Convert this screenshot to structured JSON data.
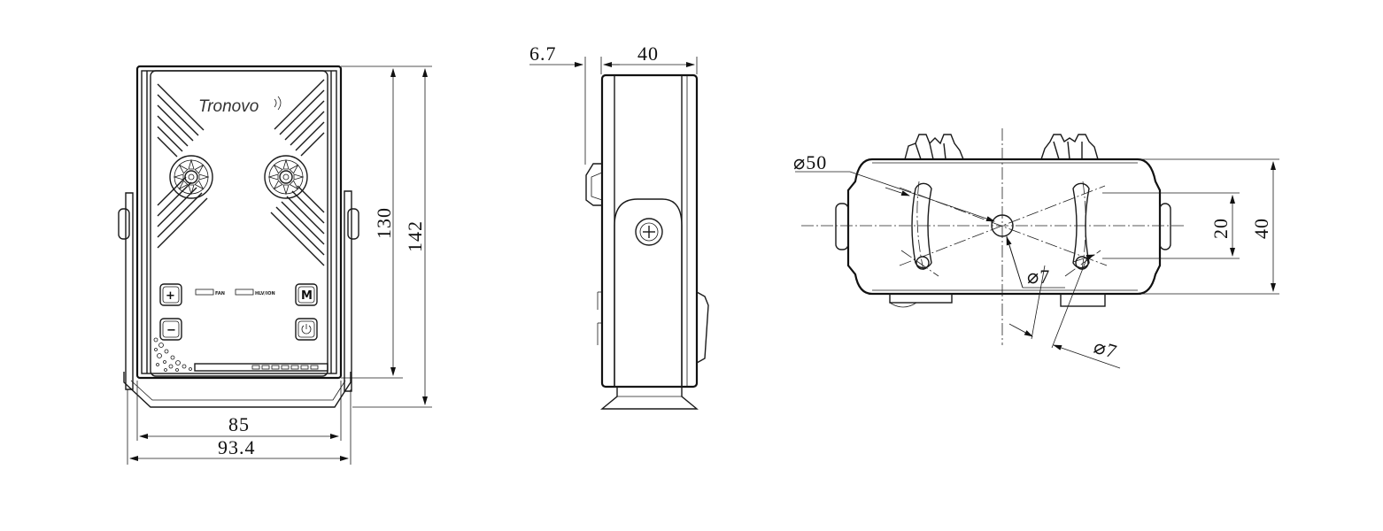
{
  "front_view": {
    "brand": "Tronovo",
    "labels": {
      "fan": "FAN",
      "lvl_ion": "HLV/ION"
    },
    "buttons": {
      "plus": "+",
      "minus": "−",
      "mode": "M"
    },
    "dimensions": {
      "inner_width": "85",
      "outer_width": "93.4",
      "inner_height": "130",
      "outer_height": "142"
    }
  },
  "side_view": {
    "dimensions": {
      "foot_offset": "6.7",
      "depth": "40"
    }
  },
  "top_view": {
    "dimensions": {
      "large_diameter": "50",
      "slot_spacing": "20",
      "height": "40",
      "hole_diameter_a": "7",
      "hole_diameter_b": "7"
    }
  }
}
